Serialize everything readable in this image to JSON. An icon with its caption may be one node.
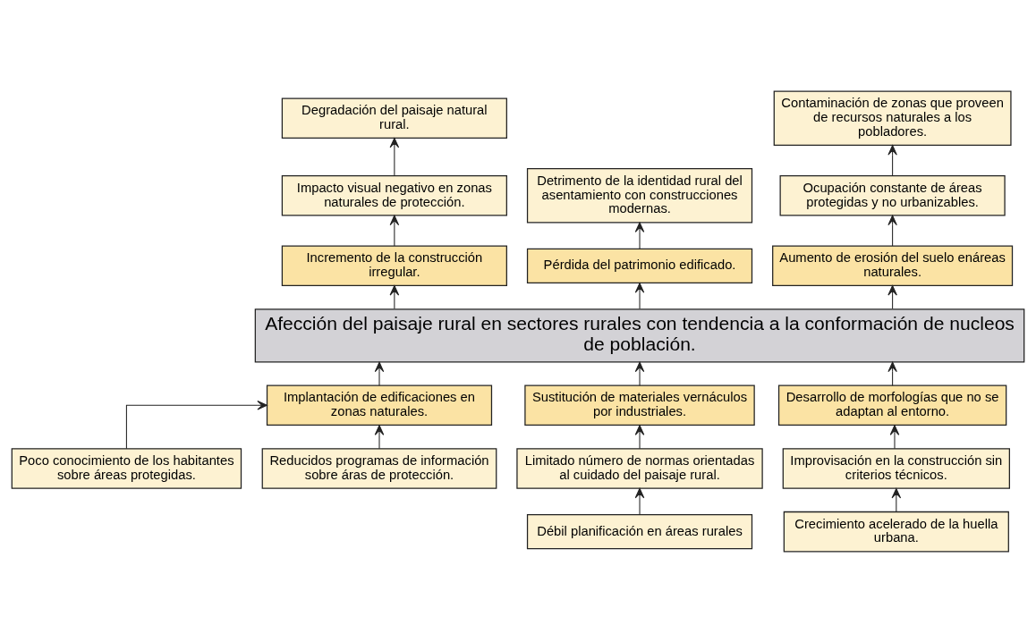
{
  "diagram": {
    "nodes": [
      {
        "text": [
          "Degradación del paisaje natural rural."
        ]
      },
      {
        "text": [
          "Contaminación de zonas que proveen de recursos naturales a los pobladores."
        ]
      },
      {
        "text": [
          "Impacto visual negativo en zonas naturales de protección."
        ]
      },
      {
        "text": [
          "Detrimento de la identidad rural del asentamiento con construcciones modernas."
        ]
      },
      {
        "text": [
          "Ocupación constante de áreas protegidas y no urbanizables."
        ]
      },
      {
        "text": [
          "Incremento de la construcción irregular."
        ]
      },
      {
        "text": [
          "Pérdida del patrimonio edificado."
        ]
      },
      {
        "text": [
          "Aumento de erosión del suelo enáreas naturales."
        ]
      },
      {
        "text": [
          "Afección del paisaje rural en sectores rurales con tendencia a la conformación de nucleos de población."
        ]
      },
      {
        "text": [
          "Implantación de edificaciones en zonas naturales."
        ]
      },
      {
        "text": [
          "Sustitución de materiales vernáculos por industriales."
        ]
      },
      {
        "text": [
          "Desarrollo de morfologías que no se adaptan al entorno."
        ]
      },
      {
        "text": [
          "Poco conocimiento de los habitantes sobre áreas protegidas."
        ]
      },
      {
        "text": [
          "Limitado número de normas orientadas al cuidado del paisaje rural."
        ]
      },
      {
        "text": [
          "Improvisación en la construcción sin criterios técnicos."
        ]
      },
      {
        "text": [
          "Reducidos programas de información sobre áras de protección."
        ]
      },
      {
        "text": [
          "Débil planificación en áreas rurales"
        ]
      },
      {
        "text": [
          "Crecimiento acelerado de la huella urbana."
        ]
      }
    ],
    "edges": [
      {
        "from": 8,
        "to": 5,
        "arrow": "to"
      },
      {
        "from": 8,
        "to": 6,
        "arrow": "to"
      },
      {
        "from": 8,
        "to": 7,
        "arrow": "to"
      },
      {
        "from": 5,
        "to": 2,
        "arrow": "to"
      },
      {
        "from": 2,
        "to": 0,
        "arrow": "to"
      },
      {
        "from": 6,
        "to": 3,
        "arrow": "to"
      },
      {
        "from": 7,
        "to": 4,
        "arrow": "to"
      },
      {
        "from": 4,
        "to": 1,
        "arrow": "to"
      },
      {
        "from": 9,
        "to": 8,
        "arrow": "to"
      },
      {
        "from": 10,
        "to": 8,
        "arrow": "to"
      },
      {
        "from": 11,
        "to": 8,
        "arrow": "to"
      },
      {
        "from": 12,
        "to": 9,
        "arrow": "to"
      },
      {
        "from": 15,
        "to": 9,
        "arrow": "to"
      },
      {
        "from": 13,
        "to": 10,
        "arrow": "to"
      },
      {
        "from": 16,
        "to": 13,
        "arrow": "to"
      },
      {
        "from": 14,
        "to": 11,
        "arrow": "to"
      },
      {
        "from": 17,
        "to": 14,
        "arrow": "to"
      }
    ]
  }
}
